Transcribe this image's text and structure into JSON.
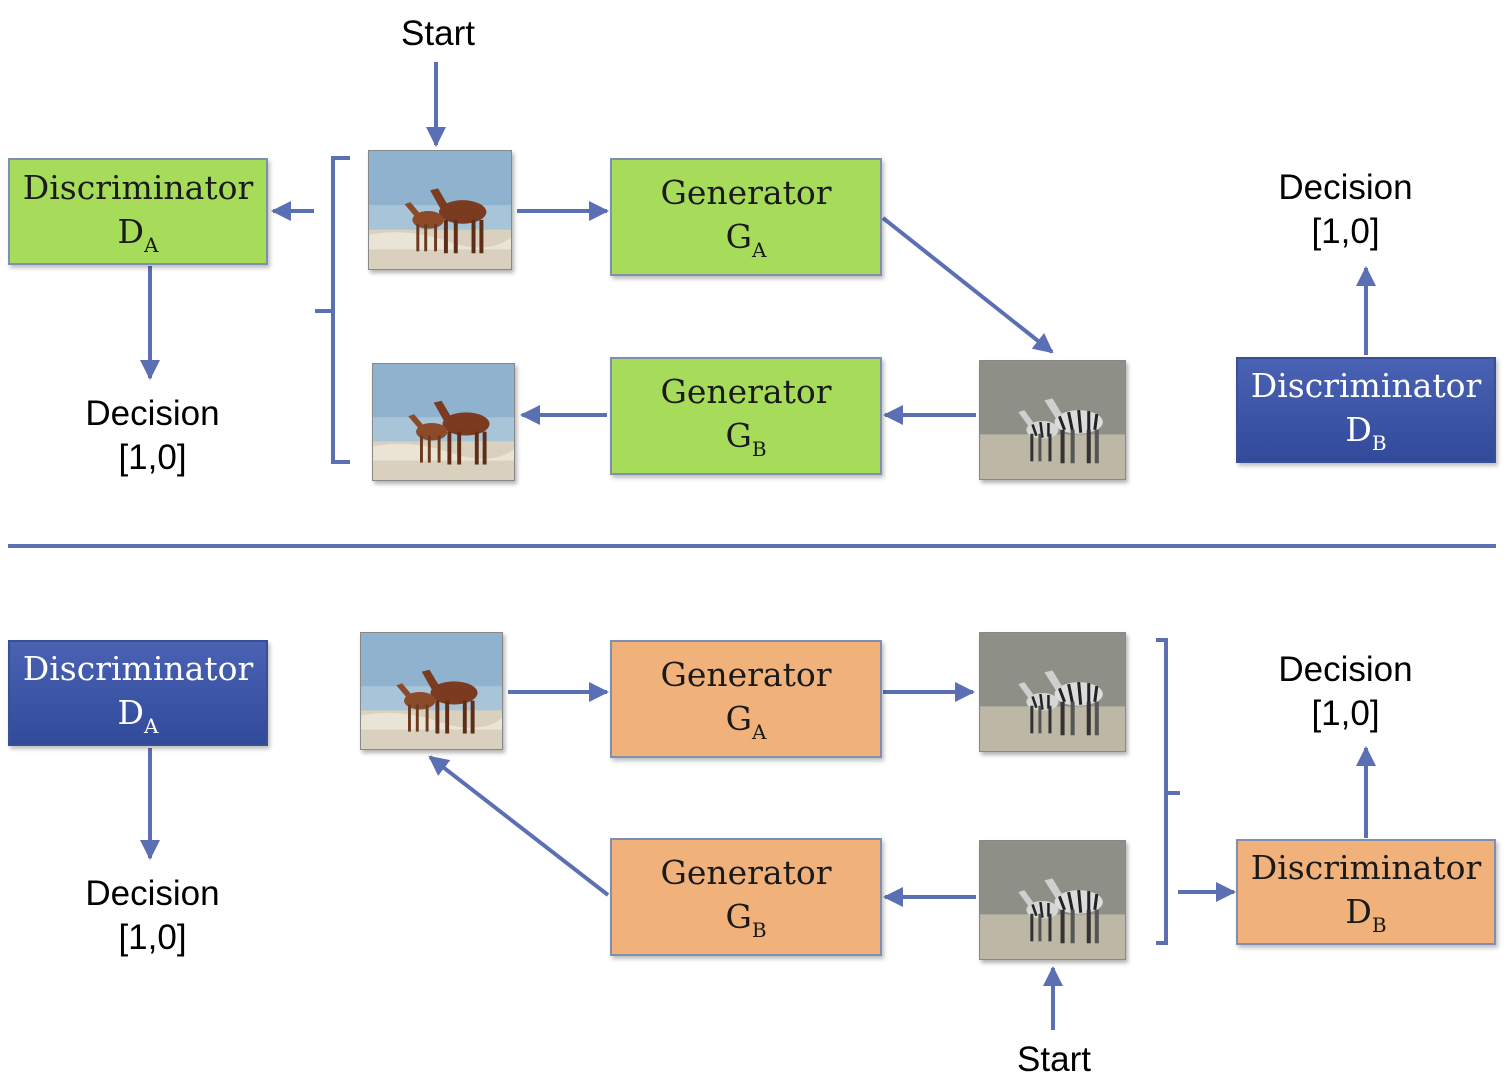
{
  "top": {
    "start_label": "Start",
    "discriminator_a": {
      "title": "Discriminator",
      "symbol": "D",
      "subscript": "A"
    },
    "generator_a": {
      "title": "Generator",
      "symbol": "G",
      "subscript": "A"
    },
    "generator_b": {
      "title": "Generator",
      "symbol": "G",
      "subscript": "B"
    },
    "discriminator_b": {
      "title": "Discriminator",
      "symbol": "D",
      "subscript": "B"
    },
    "decision_left": {
      "line1": "Decision",
      "line2": "[1,0]"
    },
    "decision_right": {
      "line1": "Decision",
      "line2": "[1,0]"
    }
  },
  "bottom": {
    "start_label": "Start",
    "discriminator_a": {
      "title": "Discriminator",
      "symbol": "D",
      "subscript": "A"
    },
    "generator_a": {
      "title": "Generator",
      "symbol": "G",
      "subscript": "A"
    },
    "generator_b": {
      "title": "Generator",
      "symbol": "G",
      "subscript": "B"
    },
    "discriminator_b": {
      "title": "Discriminator",
      "symbol": "D",
      "subscript": "B"
    },
    "decision_left": {
      "line1": "Decision",
      "line2": "[1,0]"
    },
    "decision_right": {
      "line1": "Decision",
      "line2": "[1,0]"
    }
  },
  "colors": {
    "arrow": "#5b6fb5",
    "green_box": "#a7dc5b",
    "orange_box": "#f0b27a",
    "blue_box": "#3d55a8",
    "divider": "#5b6fb5"
  },
  "images": {
    "horse": "horse-photo",
    "zebra": "zebra-photo"
  }
}
